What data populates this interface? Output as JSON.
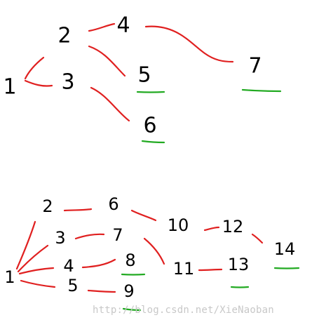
{
  "colors": {
    "edge": "#e02020",
    "leaf_mark": "#22aa22",
    "node_text": "#000000"
  },
  "diagrams": [
    {
      "nodes": [
        "1",
        "2",
        "3",
        "4",
        "5",
        "6",
        "7"
      ],
      "edges": [
        [
          "1",
          "2"
        ],
        [
          "1",
          "3"
        ],
        [
          "2",
          "4"
        ],
        [
          "2",
          "5"
        ],
        [
          "3",
          "6"
        ],
        [
          "4",
          "7"
        ]
      ],
      "underlined_nodes": [
        "5",
        "6",
        "7"
      ]
    },
    {
      "nodes": [
        "1",
        "2",
        "3",
        "4",
        "5",
        "6",
        "7",
        "8",
        "9",
        "10",
        "11",
        "12",
        "13",
        "14"
      ],
      "edges": [
        [
          "1",
          "2"
        ],
        [
          "1",
          "3"
        ],
        [
          "1",
          "4"
        ],
        [
          "1",
          "5"
        ],
        [
          "2",
          "6"
        ],
        [
          "3",
          "7"
        ],
        [
          "4",
          "8"
        ],
        [
          "5",
          "9"
        ],
        [
          "6",
          "10"
        ],
        [
          "7",
          "11"
        ],
        [
          "10",
          "12"
        ],
        [
          "11",
          "13"
        ],
        [
          "12",
          "14"
        ]
      ],
      "underlined_nodes": [
        "8",
        "9",
        "13",
        "14"
      ]
    }
  ],
  "watermark": "http://blog.csdn.net/XieNaoban"
}
